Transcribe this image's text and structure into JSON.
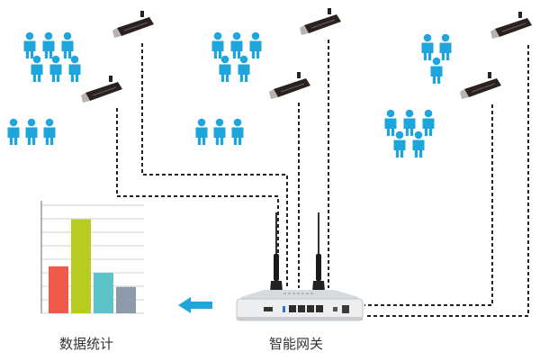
{
  "labels": {
    "stats": "数据统计",
    "gateway": "智能网关"
  },
  "chart_data": {
    "type": "bar",
    "categories": [
      "",
      "",
      "",
      ""
    ],
    "values": [
      50,
      100,
      43,
      28
    ],
    "ylim": [
      0,
      115
    ],
    "grid": true,
    "colors": [
      "#ef5a4c",
      "#b7cc1e",
      "#5cc3c8",
      "#8d9aab"
    ]
  },
  "colors": {
    "person": "#1ea5dc",
    "camera": "#2a2220",
    "camera_lens": "#b9b3ad",
    "wire": "#222222",
    "arrow": "#1ea5dc",
    "router_body": "#eceef0"
  },
  "icons": {
    "person": "person-icon",
    "camera": "surveillance-camera-icon",
    "router": "router-icon",
    "antenna": "antenna-icon",
    "arrow": "arrow-left-icon"
  }
}
